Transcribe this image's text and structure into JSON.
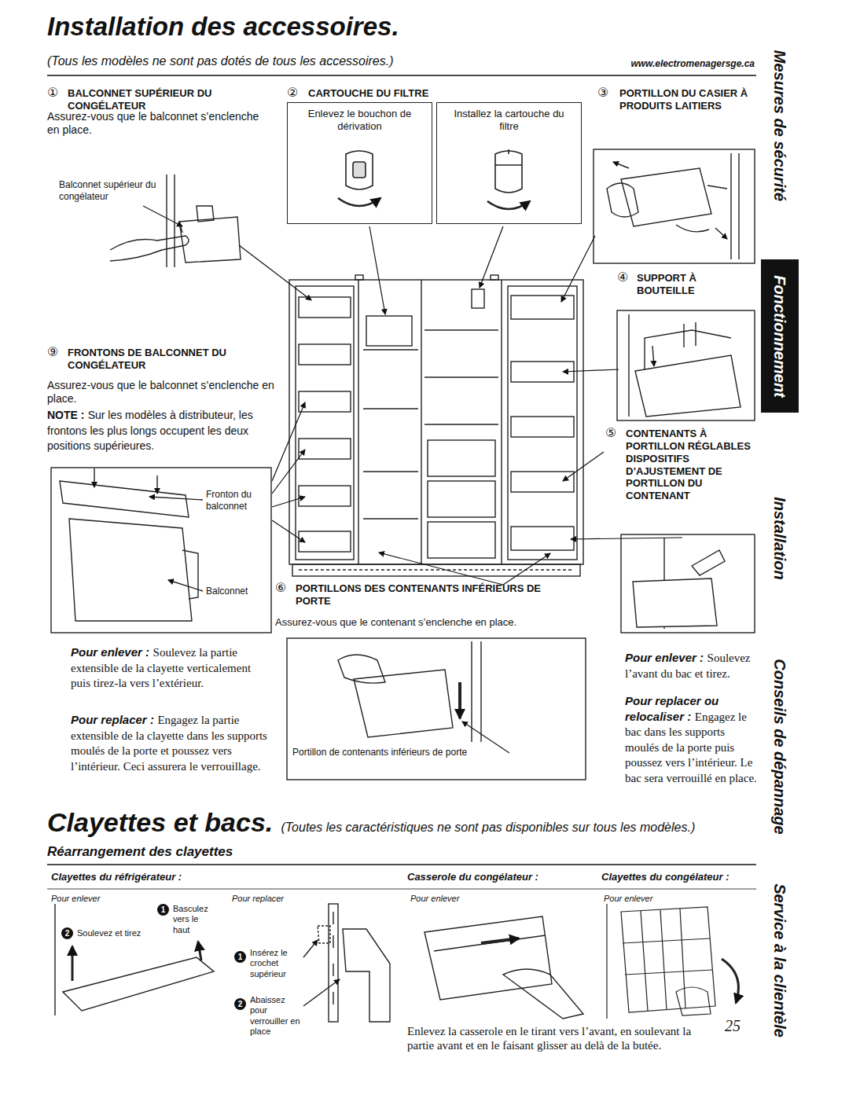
{
  "diagram": {
    "title": "Installation des accessoires.",
    "nodes": [
      {
        "text": [
          "Enlevez le bouchon de dérivation"
        ]
      },
      {
        "text": [
          "Installez la cartouche du filtre"
        ]
      },
      {
        "text": [
          "Fonctionnement"
        ]
      }
    ],
    "labels": [
      "(Tous les modèles ne sont pas dotés de tous les accessoires.)",
      "www.electromenagersge.ca",
      "①",
      "BALCONNET SUPÉRIEUR DU CONGÉLATEUR",
      "Assurez-vous que le balconnet s’enclenche en place.",
      "Balconnet supérieur du congélateur",
      "②",
      "CARTOUCHE DU FILTRE",
      "③",
      "PORTILLON DU CASIER À PRODUITS LAITIERS",
      "④",
      "SUPPORT À BOUTEILLE",
      "⑨",
      "FRONTONS DE BALCONNET DU CONGÉLATEUR",
      "Assurez-vous que le balconnet s’enclenche en place.",
      "NOTE :",
      "Sur les modèles à distributeur, les frontons les plus longs occupent les deux positions supérieures.",
      "Fronton du balconnet",
      "Balconnet",
      "⑤",
      "CONTENANTS À PORTILLON RÉGLABLES DISPOSITIFS D’AJUSTEMENT DE PORTILLON DU CONTENANT",
      "⑥",
      "PORTILLONS DES CONTENANTS INFÉRIEURS DE PORTE",
      "Assurez-vous que le contenant s’enclenche en place.",
      "Portillon de contenants inférieurs de porte",
      "Pour enlever :",
      "Soulevez la partie extensible de la clayette verticalement puis tirez-la vers l’extérieur.",
      "Pour replacer :",
      "Engagez la partie extensible de la clayette dans les supports moulés de la porte et poussez vers l’intérieur. Ceci assurera le verrouillage.",
      "Pour enlever :",
      "Soulevez l’avant du bac et tirez.",
      "Pour replacer ou relocaliser :",
      "Engagez le bac dans les supports moulés de la porte puis poussez vers l’intérieur. Le bac sera verrouillé en place.",
      "Clayettes et bacs.",
      "(Toutes les caractéristiques ne sont pas disponibles sur tous les modèles.)",
      "Réarrangement des clayettes",
      "Clayettes du réfrigérateur :",
      "Casserole du congélateur :",
      "Clayettes du congélateur :",
      "Pour enlever",
      "Pour replacer",
      "Pour enlever",
      "Pour enlever",
      "2",
      "Soulevez et tirez",
      "1",
      "Basculez vers le haut",
      "1",
      "Insérez le crochet supérieur",
      "2",
      "Abaissez pour verrouiller en place",
      "Enlevez la casserole en le tirant vers l’avant, en soulevant la partie avant et en le faisant glisser au delà de la butée.",
      "25",
      "Mesures de sécurité",
      "Installation",
      "Conseils de dépannage",
      "Service à la clientèle"
    ]
  }
}
